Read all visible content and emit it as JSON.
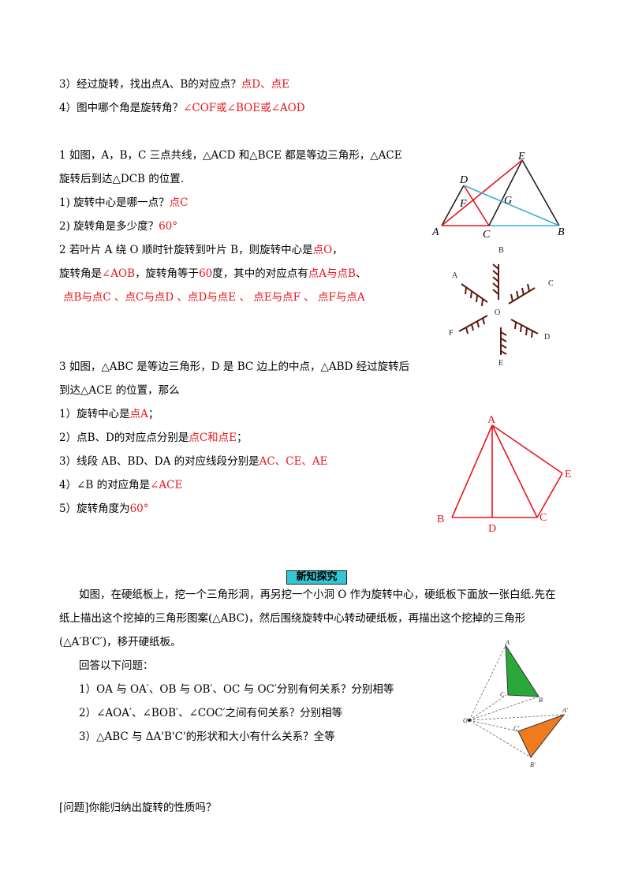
{
  "intro": {
    "q3": {
      "label": "3）经过旋转，找出点A、B的对应点？",
      "answer": "点D、点E"
    },
    "q4": {
      "label": "4）图中哪个角是旋转角？",
      "answer": "∠COF或∠BOE或∠AOD"
    }
  },
  "ex1": {
    "line1": "1  如图，A，B，C 三点共线，△ACD 和△BCE 都是等边三角形，△ACE",
    "line2": "旋转后到达△DCB 的位置.",
    "q1": {
      "label": "1)  旋转中心是哪一点？",
      "answer": "点C"
    },
    "q2": {
      "label": "2)  旋转角是多少度？",
      "answer": "60°"
    },
    "fig_labels": {
      "D": "D",
      "E": "E",
      "F": "F",
      "G": "G",
      "A": "A",
      "C": "C",
      "B": "B"
    }
  },
  "ex2": {
    "line1": {
      "label": "2  若叶片  A  绕  O  顺时针旋转到叶片  B，则旋转中心是",
      "answer": "点O",
      "tail": "，"
    },
    "line2": {
      "p1": "旋转角是",
      "a1": "∠AOB",
      "p2": "，旋转角等于",
      "a2": "60",
      "p3": "度，其中的对应点有",
      "a3": "点A与点B",
      "p4": "、"
    },
    "line3": "点B与点C  、点C与点D  、点D与点E  、  点E与点F  、  点F与点A",
    "fig_labels": {
      "A": "A",
      "B": "B",
      "C": "C",
      "D": "D",
      "E": "E",
      "F": "F",
      "O": "O"
    }
  },
  "ex3": {
    "line1": "3  如图，△ABC 是等边三角形，D 是 BC 边上的中点，△ABD 经过旋转后",
    "line2": "到达△ACE 的位置，那么",
    "items": [
      {
        "label": "1）旋转中心是",
        "answer": "点A",
        "tail": "；"
      },
      {
        "label": "2）点B、D的对应点分别是",
        "answer": "点C和点E",
        "tail": "；"
      },
      {
        "label": "3）线段 AB、BD、DA 的对应线段分别是",
        "answer": "AC、CE、AE",
        "tail": ""
      },
      {
        "label": "4）∠B 的对应角是",
        "answer": "∠ACE",
        "tail": ""
      },
      {
        "label": "5）旋转角度为",
        "answer": "60°",
        "tail": ""
      }
    ],
    "fig_labels": {
      "A": "A",
      "B": "B",
      "C": "C",
      "D": "D",
      "E": "E"
    }
  },
  "section": {
    "badge": "新知探究",
    "para1": "如图，在硬纸板上，挖一个三角形洞，再另挖一个小洞 O 作为旋转中心，硬纸板下面放一张白纸.先在",
    "para2": "纸上描出这个挖掉的三角形图案(△ABC)，然后围绕旋转中心转动硬纸板，再描出这个挖掉的三角形",
    "para3": "(△A′B′C′)，移开硬纸板。",
    "prompt": "回答以下问题：",
    "q1": "1）OA 与 OA′、OB 与 OB′、OC 与 OC′分别有何关系？分别相等",
    "q2": "2）∠AOA′、∠BOB′、∠COC′之间有何关系？分别相等",
    "q3": "3）△ABC 与 ΔA'B'C'的形状和大小有什么关系？全等",
    "fig_labels": {
      "A": "A",
      "B": "B",
      "C": "C",
      "O": "O",
      "A2": "A′",
      "B2": "B′",
      "C2": "C′"
    },
    "colors": {
      "green": "#2aa83c",
      "orange": "#f07a1e"
    }
  },
  "question": "[问题]你能归纳出旋转的性质吗？"
}
